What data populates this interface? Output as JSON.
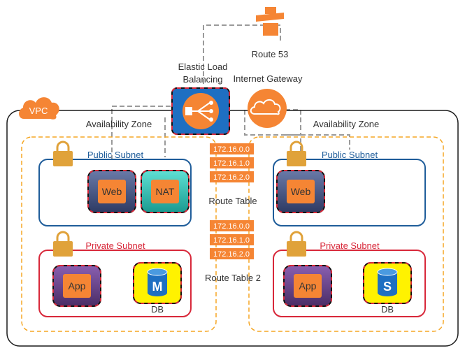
{
  "labels": {
    "vpc": "VPC",
    "route53": "Route 53",
    "elb_line1": "Elastic Load",
    "elb_line2": "Balancing",
    "igw": "Internet Gateway",
    "az_left": "Availability Zone",
    "az_right": "Availability Zone",
    "route_table": "Route Table",
    "route_table_2": "Route Table 2"
  },
  "route_table_entries": [
    "172.16.0.0",
    "172.16.1.0",
    "172.16.2.0"
  ],
  "route_table_2_entries": [
    "172.16.0.0",
    "172.16.1.0",
    "172.16.2.0"
  ],
  "zones": {
    "left": {
      "public_subnet": {
        "title": "Public Subnet",
        "nodes": [
          "Web",
          "NAT"
        ]
      },
      "private_subnet": {
        "title": "Private Subnet",
        "app": "App",
        "db_glyph": "M",
        "db_label": "DB"
      }
    },
    "right": {
      "public_subnet": {
        "title": "Public Subnet",
        "nodes": [
          "Web"
        ]
      },
      "private_subnet": {
        "title": "Private Subnet",
        "app": "App",
        "db_glyph": "S",
        "db_label": "DB"
      }
    }
  },
  "colors": {
    "orange": "#f58534",
    "dashed_orange": "#f5a623",
    "public_blue": "#1f5d9a",
    "private_red": "#d8283a",
    "elb_blue": "#1e6fc2",
    "db_yellow": "#fff200",
    "nat_teal": "#2bbfb3",
    "web_dark": "#38446b",
    "app_purple": "#5a3a7a"
  }
}
